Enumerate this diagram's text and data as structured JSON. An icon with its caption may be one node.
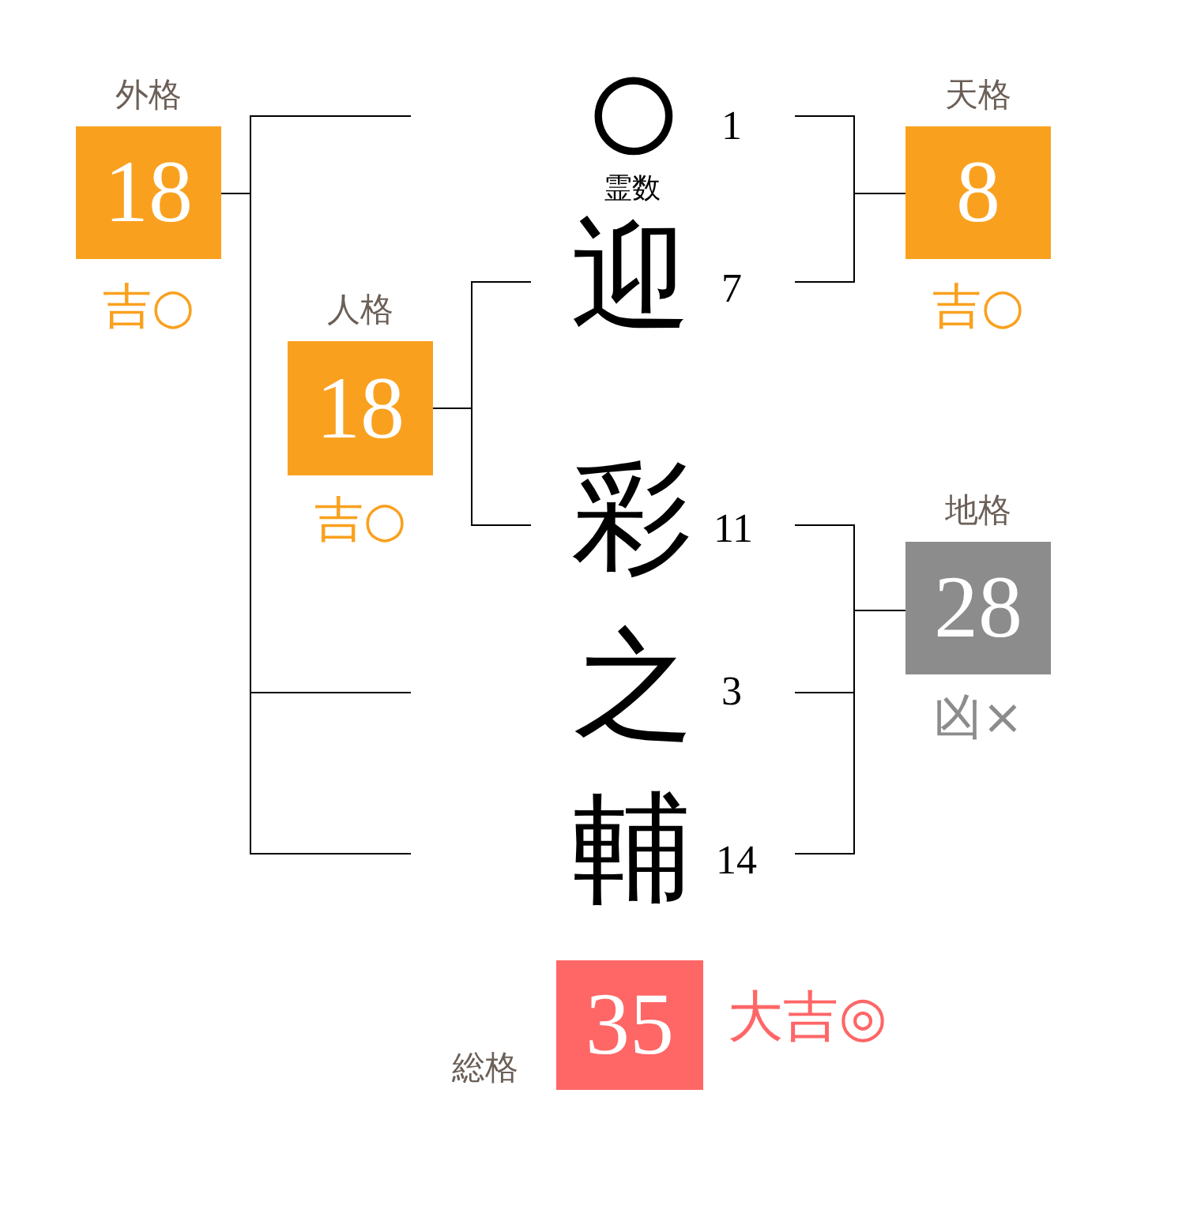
{
  "diagram": {
    "nodes": [
      {
        "text": [
          "外格",
          "18"
        ],
        "beside": [
          "吉○"
        ]
      },
      {
        "text": [
          "○"
        ],
        "beside": [
          "1"
        ]
      },
      {
        "text": [
          "天格",
          "8"
        ],
        "beside": [
          "吉○"
        ]
      },
      {
        "text": [
          "迎"
        ],
        "beside": [
          "7"
        ]
      },
      {
        "text": [
          "人格",
          "18"
        ],
        "beside": [
          "吉○"
        ]
      },
      {
        "text": [
          "彩"
        ],
        "beside": [
          "11"
        ]
      },
      {
        "text": [
          "地格",
          "28"
        ],
        "beside": [
          "凶×"
        ]
      },
      {
        "text": [
          "之"
        ],
        "beside": [
          "3"
        ]
      },
      {
        "text": [
          "輔"
        ],
        "beside": [
          "14"
        ]
      },
      {
        "text": [
          "総格",
          "35"
        ],
        "beside": [
          "大吉◎"
        ]
      }
    ],
    "edges": [
      {
        "from": 0,
        "to": null,
        "arrow": "none"
      },
      {
        "from": 0,
        "to": null,
        "arrow": "none"
      },
      {
        "from": 0,
        "to": null,
        "arrow": "none"
      },
      {
        "from": 2,
        "to": 1,
        "arrow": "none"
      },
      {
        "from": 2,
        "to": 3,
        "arrow": "none"
      },
      {
        "from": 4,
        "to": 3,
        "arrow": "none"
      },
      {
        "from": 4,
        "to": 5,
        "arrow": "none"
      },
      {
        "from": 6,
        "to": 5,
        "arrow": "none"
      },
      {
        "from": 6,
        "to": 7,
        "arrow": "none"
      },
      {
        "from": 6,
        "to": 8,
        "arrow": "none"
      }
    ],
    "labels": [
      "霊数"
    ]
  }
}
